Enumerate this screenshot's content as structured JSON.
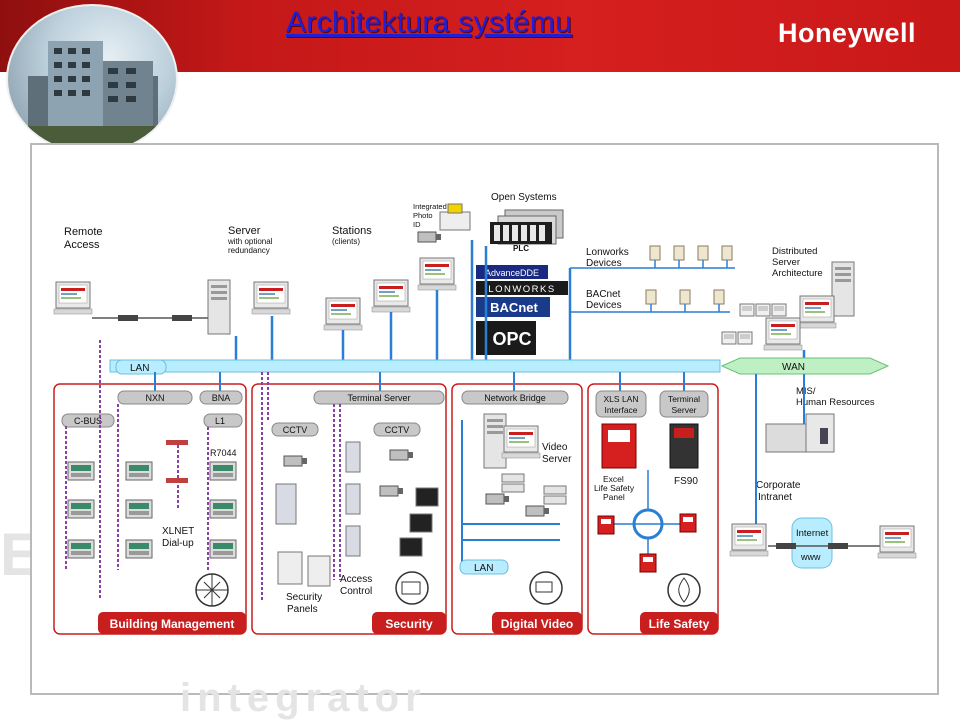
{
  "slide": {
    "title": "Architektura systému",
    "brand": "Honeywell"
  },
  "top_labels": {
    "remote_access": [
      "Remote",
      "Access"
    ],
    "server": [
      "Server",
      "with optional",
      "redundancy"
    ],
    "stations": [
      "Stations",
      "(clients)"
    ],
    "photo_id": [
      "Integrated",
      "Photo",
      "ID"
    ],
    "open_systems": "Open Systems",
    "plc": "PLC",
    "lonworks_devices": [
      "Lonworks",
      "Devices"
    ],
    "bacnet_devices": [
      "BACnet",
      "Devices"
    ],
    "distributed": [
      "Distributed",
      "Server",
      "Architecture"
    ]
  },
  "protocol_logos": {
    "advancedde": "AdvanceDDE",
    "lonworks": "LONWORKS",
    "bacnet": "BACnet",
    "opc": "OPC"
  },
  "network": {
    "lan": "LAN",
    "wan": "WAN",
    "lan_video": "LAN",
    "mis": [
      "MIS/",
      "Human Resources"
    ],
    "corporate": [
      "Corporate",
      "Intranet"
    ],
    "internet": "Internet",
    "www": "www"
  },
  "modules": {
    "nxn": "NXN",
    "bna": "BNA",
    "cbus": "C-BUS",
    "l1": "L1",
    "r7044": "R7044",
    "xlnet": [
      "XLNET",
      "Dial-up"
    ],
    "terminal_server": "Terminal Server",
    "cctv_left": "CCTV",
    "cctv_right": "CCTV",
    "security_panels": [
      "Security",
      "Panels"
    ],
    "access_control": [
      "Access",
      "Control"
    ],
    "network_bridge": "Network Bridge",
    "video_server": [
      "Video",
      "Server"
    ],
    "xls_lan": [
      "XLS LAN",
      "Interface"
    ],
    "terminal_server_2": [
      "Terminal",
      "Server"
    ],
    "excel_panel": [
      "Excel",
      "Life Safety",
      "Panel"
    ],
    "fs90": "FS90"
  },
  "sections": {
    "building_management": "Building Management",
    "security": "Security",
    "digital_video": "Digital Video",
    "life_safety": "Life Safety"
  },
  "colors": {
    "banner": "#c41818",
    "section_red": "#c81e1e",
    "lan_cyan": "#b8ecff",
    "wan_green": "#bff0c4",
    "network_blue": "#2a7fd4",
    "bus_purple": "#8a3fa6"
  }
}
